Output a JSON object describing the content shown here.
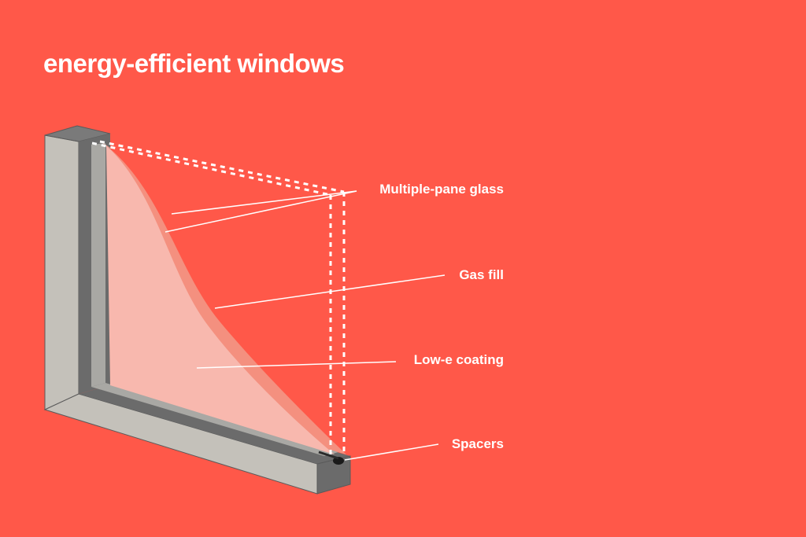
{
  "title": "energy-efficient windows",
  "labels": {
    "glass": "Multiple-pane glass",
    "gas": "Gas fill",
    "coating": "Low-e coating",
    "spacers": "Spacers"
  },
  "colors": {
    "background": "#FF5849",
    "text": "#FFFFFF",
    "frame_face": "#C4C1BA",
    "frame_inner": "#6B6B6B",
    "pane": "#F8B8AE"
  }
}
